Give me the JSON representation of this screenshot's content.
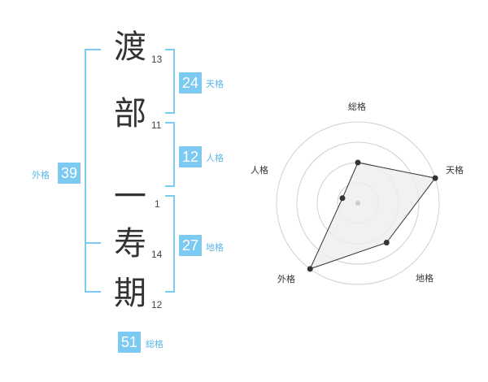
{
  "name_chars": [
    {
      "char": "渡",
      "strokes": "13"
    },
    {
      "char": "部",
      "strokes": "11"
    },
    {
      "char": "一",
      "strokes": "1"
    },
    {
      "char": "寿",
      "strokes": "14"
    },
    {
      "char": "期",
      "strokes": "12"
    }
  ],
  "kakusu": {
    "tenkaku": {
      "value": "24",
      "label": "天格"
    },
    "jinkaku": {
      "value": "12",
      "label": "人格"
    },
    "chikaku": {
      "value": "27",
      "label": "地格"
    },
    "gaikaku": {
      "value": "39",
      "label": "外格"
    },
    "soukaku": {
      "value": "51",
      "label": "総格"
    }
  },
  "colors": {
    "accent": "#7cc9f2",
    "accent_text": "#5bb7ea",
    "radar_fill": "#eeeeee"
  },
  "chart_data": {
    "type": "radar",
    "axes": [
      "総格",
      "天格",
      "地格",
      "外格",
      "人格"
    ],
    "values": [
      0.5,
      1.0,
      0.6,
      1.0,
      0.2
    ],
    "rings": 4,
    "grid": true
  }
}
